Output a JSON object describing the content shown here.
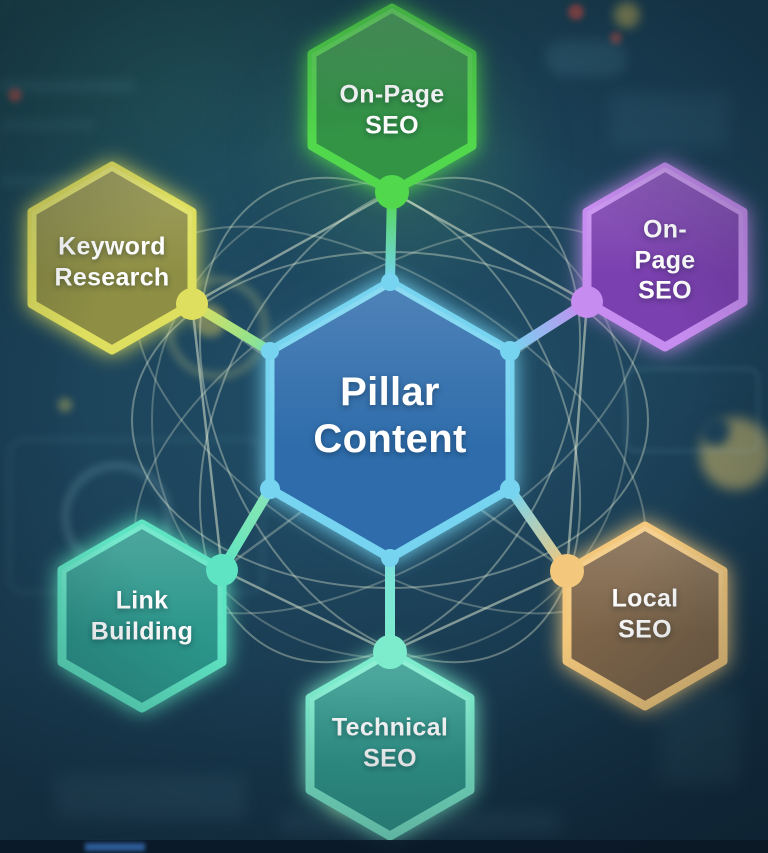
{
  "title": "Pillar Content SEO hexagon diagram",
  "diagram": {
    "type": "hub-and-spoke-hexagons",
    "center": {
      "id": "pillar-content",
      "label": "Pillar\nContent",
      "border_color": "#76d4f0",
      "fill_color": "#2e6cab"
    },
    "satellites": [
      {
        "id": "on-page-seo-top",
        "label": "On-Page\nSEO",
        "position": "top",
        "border_color": "#52d84c",
        "fill_color": "#339446"
      },
      {
        "id": "keyword-research",
        "label": "Keyword\nResearch",
        "position": "top-left",
        "border_color": "#dfdf5f",
        "fill_color": "#8e8e44"
      },
      {
        "id": "on-page-seo-right",
        "label": "On-Page\nSEO",
        "position": "top-right",
        "border_color": "#c68cef",
        "fill_color": "#7b40af"
      },
      {
        "id": "link-building",
        "label": "Link\nBuilding",
        "position": "bottom-left",
        "border_color": "#5fe4c3",
        "fill_color": "#2c978c"
      },
      {
        "id": "local-seo",
        "label": "Local\nSEO",
        "position": "bottom-right",
        "border_color": "#f3c87c",
        "fill_color": "#7e6549"
      },
      {
        "id": "technical-seo",
        "label": "Technical\nSEO",
        "position": "bottom",
        "border_color": "#7deccd",
        "fill_color": "#31998d"
      }
    ],
    "edges": [
      {
        "from": "pillar-content",
        "to": "on-page-seo-top"
      },
      {
        "from": "pillar-content",
        "to": "keyword-research"
      },
      {
        "from": "pillar-content",
        "to": "on-page-seo-right"
      },
      {
        "from": "pillar-content",
        "to": "link-building"
      },
      {
        "from": "pillar-content",
        "to": "local-seo"
      },
      {
        "from": "pillar-content",
        "to": "technical-seo"
      }
    ],
    "web_line_color": "#e9f0d6",
    "text_color": "#ffffff"
  }
}
